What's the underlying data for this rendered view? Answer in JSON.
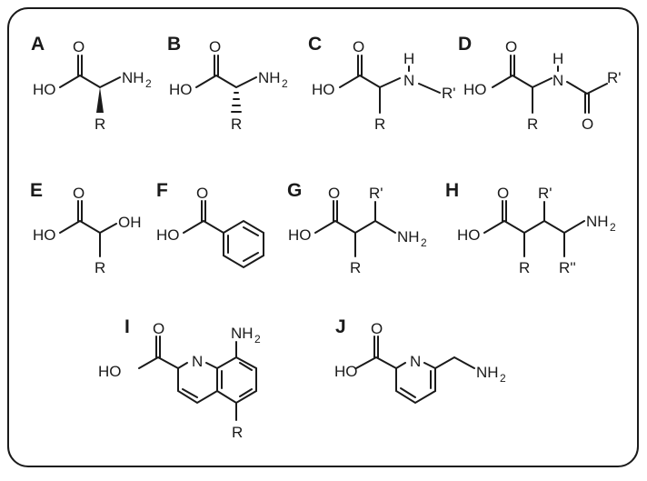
{
  "panel_labels": [
    "A",
    "B",
    "C",
    "D",
    "E",
    "F",
    "G",
    "H",
    "I",
    "J"
  ],
  "atoms": {
    "ho": "HO",
    "oh": "OH",
    "o": "O",
    "n": "N",
    "h": "H",
    "nh": "NH",
    "sub2": "2",
    "r": "R",
    "r1": "R'",
    "r2": "R''"
  }
}
